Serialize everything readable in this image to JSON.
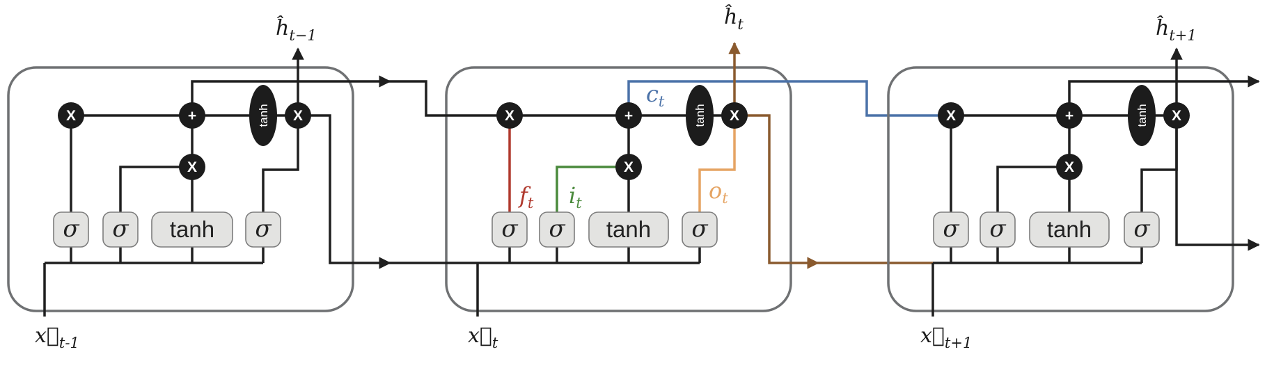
{
  "colors": {
    "cell_border": "#6f7173",
    "wire": "#1f1f1f",
    "gate_fill": "#e3e3e1",
    "forget_gate": "#b03a2e",
    "input_gate": "#4a8a3c",
    "output_gate": "#e5a463",
    "cell_state": "#4b72a8",
    "hidden_state": "#8a5a2e"
  },
  "gate_labels": {
    "sigma": "σ",
    "tanh": "tanh"
  },
  "op_labels": {
    "multiply": "X",
    "add": "+",
    "tanh": "tanh"
  },
  "cells": [
    {
      "output": {
        "base": "ĥ",
        "sub": "t−1"
      },
      "input": {
        "base": "x⃗",
        "sub": "t-1"
      }
    },
    {
      "output": {
        "base": "ĥ",
        "sub": "t"
      },
      "input": {
        "base": "x⃗",
        "sub": "t"
      },
      "gate_annotations": {
        "forget": {
          "base": "f",
          "sub": "t"
        },
        "input": {
          "base": "i",
          "sub": "t"
        },
        "output": {
          "base": "o",
          "sub": "t"
        },
        "cell_state": {
          "base": "c",
          "sub": "t"
        }
      }
    },
    {
      "output": {
        "base": "ĥ",
        "sub": "t+1"
      },
      "input": {
        "base": "x⃗",
        "sub": "t+1"
      }
    }
  ]
}
